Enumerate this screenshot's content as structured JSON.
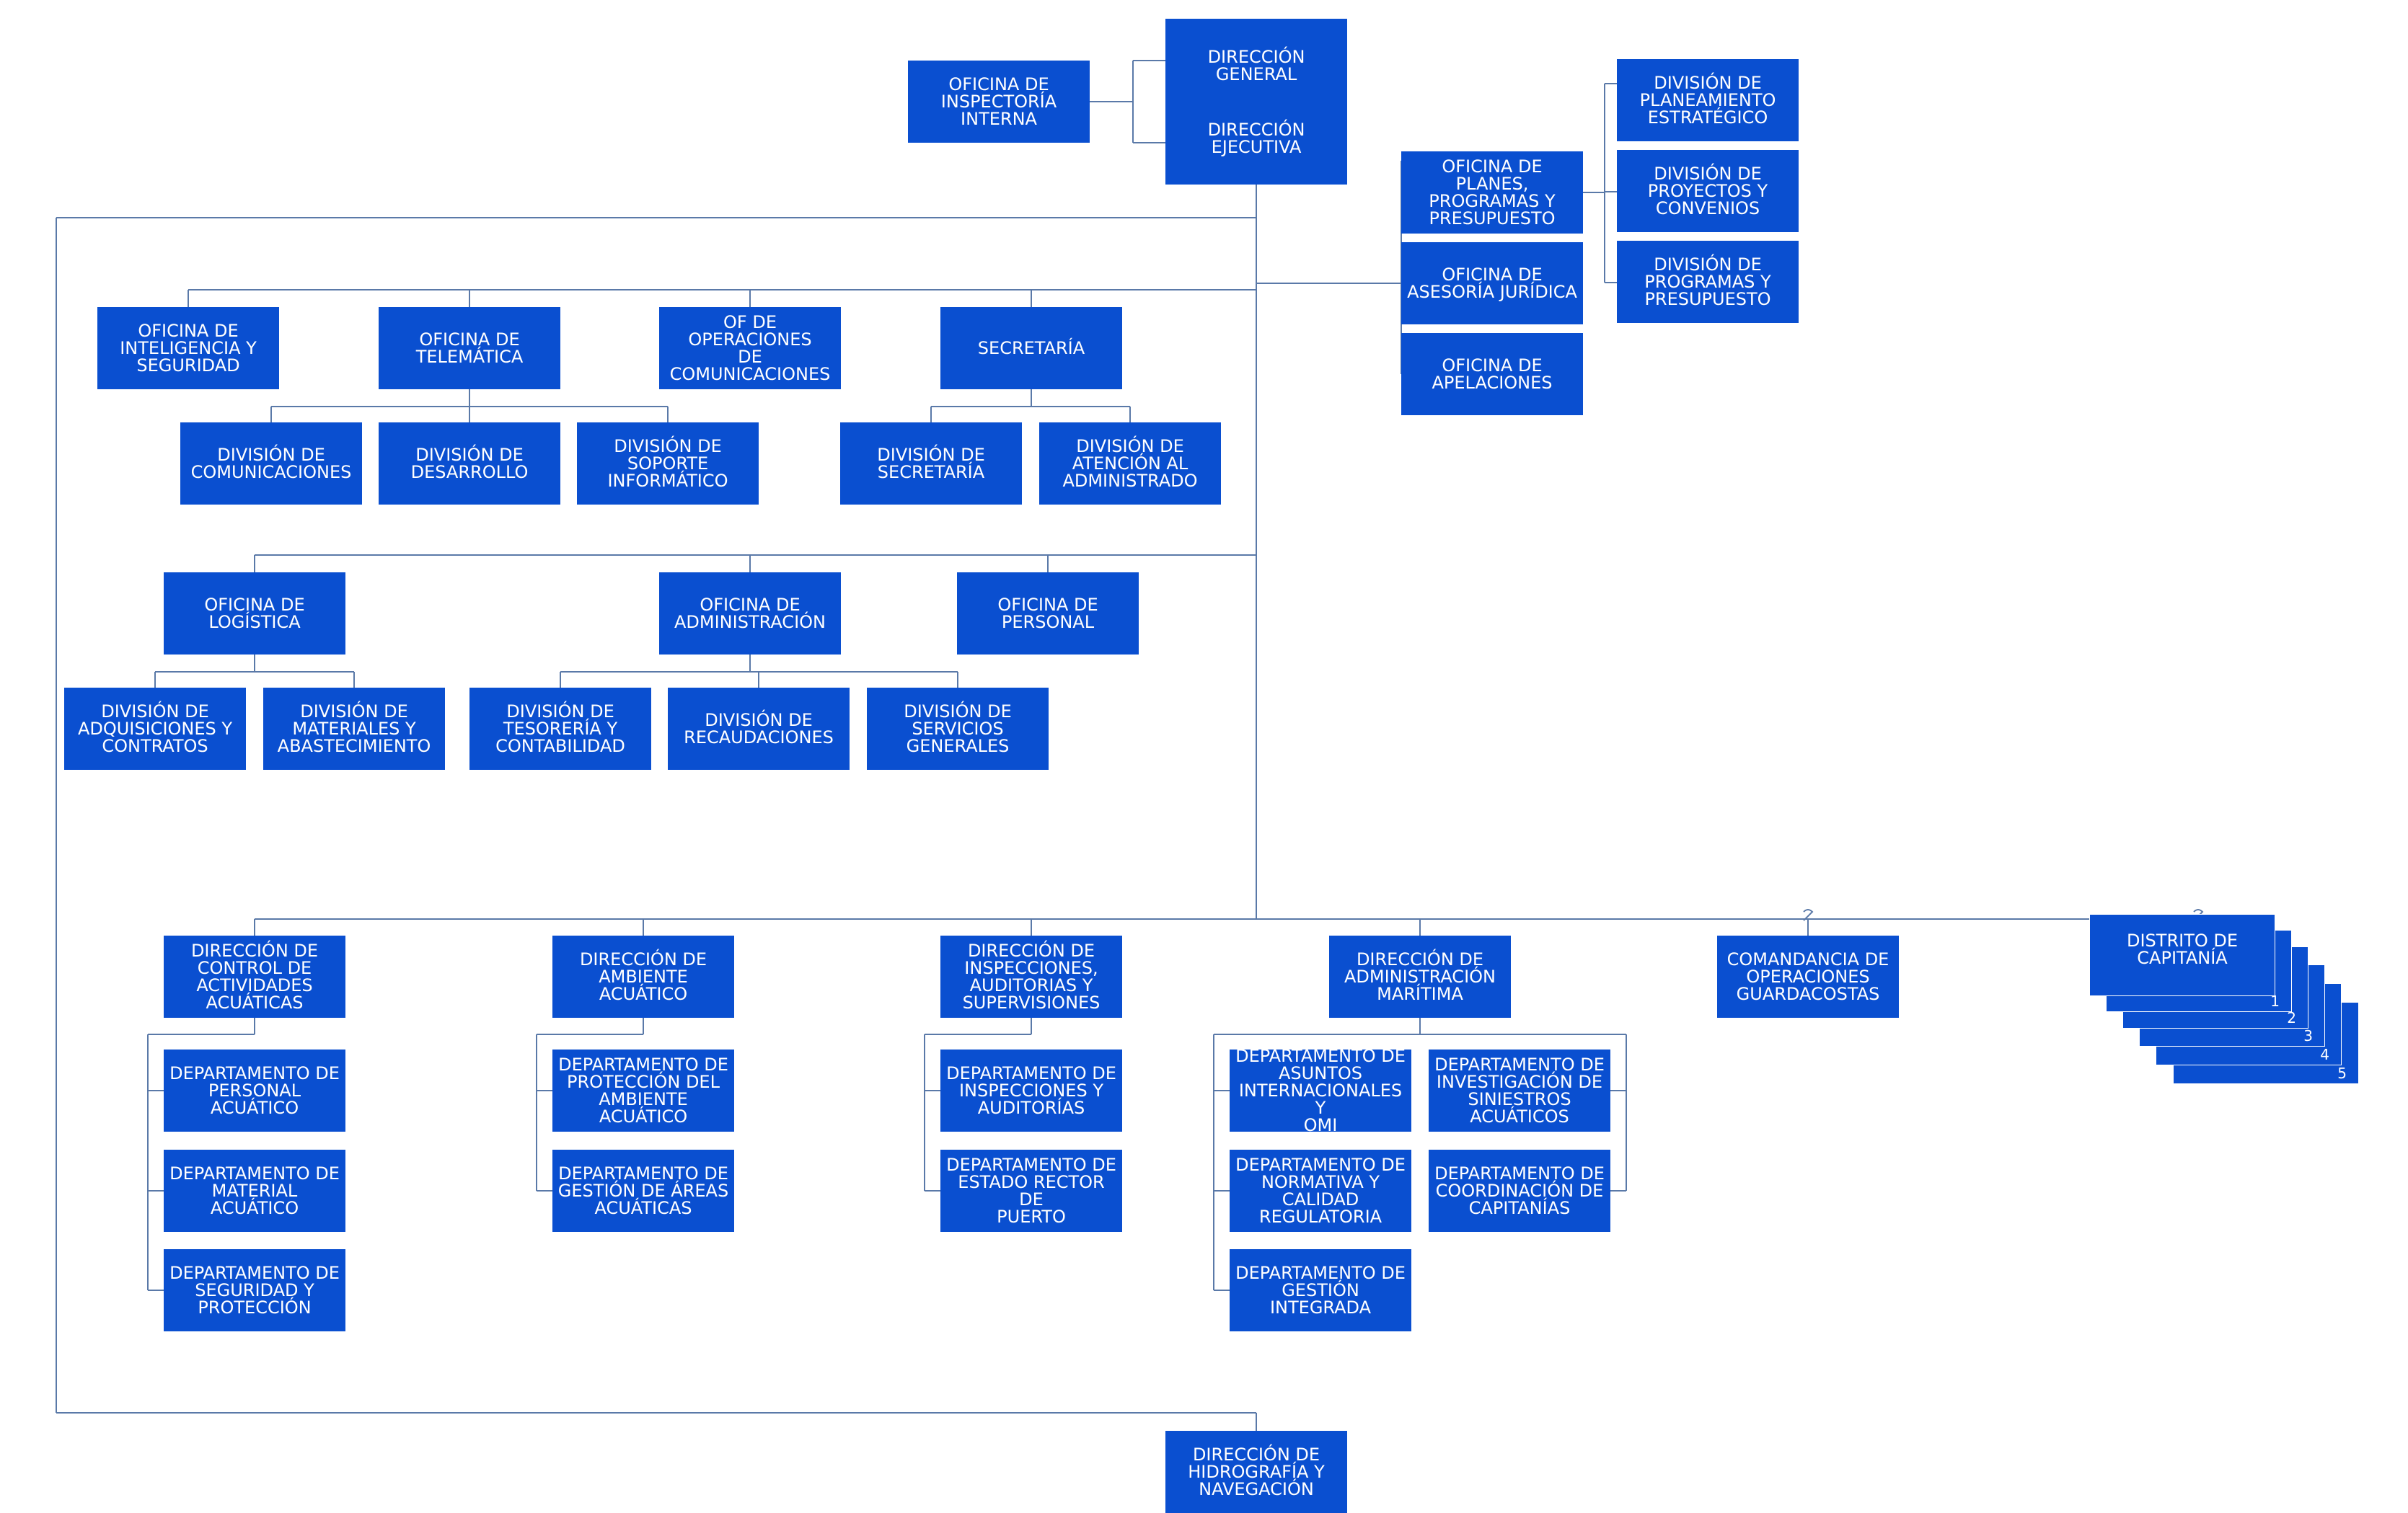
{
  "colors": {
    "box": "#0a4fd0",
    "text": "#ffffff",
    "line": "#5a79a8"
  },
  "nodes": {
    "direccion_general": "DIRECCIÓN\nGENERAL",
    "direccion_ejecutiva": "DIRECCIÓN\nEJECUTIVA",
    "inspectoria_interna": "OFICINA DE\nINSPECTORÍA\nINTERNA",
    "planes_programas": "OFICINA DE\nPLANES,\nPROGRAMAS Y\nPRESUPUESTO",
    "asesoria_juridica": "OFICINA DE\nASESORÍA JURÍDICA",
    "apelaciones": "OFICINA DE\nAPELACIONES",
    "planeamiento_estrategico": "DIVISIÓN DE\nPLANEAMIENTO\nESTRATÉGICO",
    "proyectos_convenios": "DIVISIÓN DE\nPROYECTOS Y\nCONVENIOS",
    "div_programas_presupuesto": "DIVISIÓN DE\nPROGRAMAS Y\nPRESUPUESTO",
    "inteligencia_seguridad": "OFICINA DE\nINTELIGENCIA Y\nSEGURIDAD",
    "telematica": "OFICINA DE\nTELEMÁTICA",
    "operaciones_comunicaciones": "OF DE OPERACIONES\nDE\nCOMUNICACIONES",
    "secretaria": "SECRETARÍA",
    "div_comunicaciones": "DIVISIÓN DE\nCOMUNICACIONES",
    "div_desarrollo": "DIVISIÓN DE\nDESARROLLO",
    "div_soporte": "DIVISIÓN DE\nSOPORTE\nINFORMÁTICO",
    "div_secretaria": "DIVISIÓN DE\nSECRETARÍA",
    "div_atencion": "DIVISIÓN DE\nATENCIÓN AL\nADMINISTRADO",
    "logistica": "OFICINA DE\nLOGÍSTICA",
    "administracion": "OFICINA DE\nADMINISTRACIÓN",
    "personal": "OFICINA DE\nPERSONAL",
    "div_adquisiciones": "DIVISIÓN DE\nADQUISICIONES Y\nCONTRATOS",
    "div_materiales": "DIVISIÓN DE\nMATERIALES Y\nABASTECIMIENTO",
    "div_tesoreria": "DIVISIÓN DE\nTESORERÍA Y\nCONTABILIDAD",
    "div_recaudaciones": "DIVISIÓN DE\nRECAUDACIONES",
    "div_servicios": "DIVISIÓN DE\nSERVICIOS\nGENERALES",
    "dir_control": "DIRECCIÓN DE\nCONTROL DE\nACTIVIDADES\nACUÁTICAS",
    "dir_ambiente": "DIRECCIÓN DE\nAMBIENTE ACUÁTICO",
    "dir_inspecciones": "DIRECCIÓN DE\nINSPECCIONES,\nAUDITORIAS Y\nSUPERVISIONES",
    "dir_adm_maritima": "DIRECCIÓN DE\nADMINISTRACIÓN\nMARÍTIMA",
    "comandancia": "COMANDANCIA DE\nOPERACIONES\nGUARDACOSTAS",
    "distrito": "DISTRITO DE\nCAPITANÍA",
    "dep_personal_acuatico": "DEPARTAMENTO DE\nPERSONAL\nACUÁTICO",
    "dep_material_acuatico": "DEPARTAMENTO DE\nMATERIAL ACUÁTICO",
    "dep_seguridad": "DEPARTAMENTO DE\nSEGURIDAD Y\nPROTECCIÓN",
    "dep_proteccion_ambiente": "DEPARTAMENTO DE\nPROTECCIÓN DEL\nAMBIENTE ACUÁTICO",
    "dep_gestion_areas": "DEPARTAMENTO DE\nGESTIÓN DE ÁREAS\nACUÁTICAS",
    "dep_inspecciones": "DEPARTAMENTO DE\nINSPECCIONES Y\nAUDITORÍAS",
    "dep_estado_rector": "DEPARTAMENTO DE\nESTADO RECTOR DE\nPUERTO",
    "dep_asuntos": "DEPARTAMENTO DE\nASUNTOS\nINTERNACIONALES Y\nOMI",
    "dep_investigacion": "DEPARTAMENTO DE\nINVESTIGACIÓN DE\nSINIESTROS\nACUÁTICOS",
    "dep_normativa": "DEPARTAMENTO DE\nNORMATIVA Y\nCALIDAD\nREGULATORIA",
    "dep_coordinacion": "DEPARTAMENTO DE\nCOORDINACIÓN DE\nCAPITANÍAS",
    "dep_gestion_integrada": "DEPARTAMENTO DE\nGESTIÓN INTEGRADA",
    "dir_hidrografia": "DIRECCIÓN DE\nHIDROGRAFÍA Y\nNAVEGACIÓN"
  },
  "distrito_stack_numbers": [
    "1",
    "2",
    "3",
    "4",
    "5"
  ]
}
